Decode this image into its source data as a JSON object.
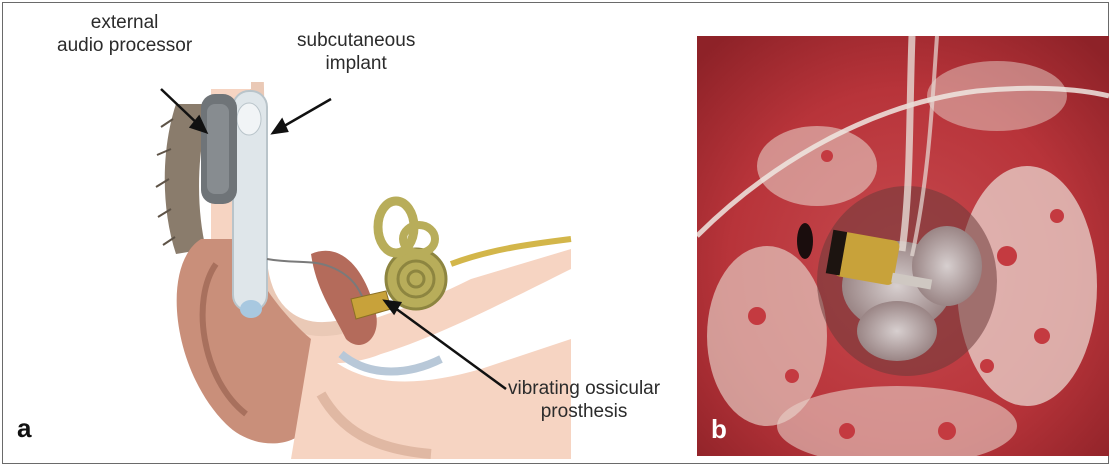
{
  "figure": {
    "panel_a": {
      "letter": "a",
      "labels": {
        "external_processor": "external\naudio processor",
        "subcutaneous_implant": "subcutaneous\nimplant",
        "ossicular_prosthesis": "vibrating ossicular\nprosthesis"
      },
      "colors": {
        "skin": "#f6d4c2",
        "hair": "#8a7c6c",
        "processor": "#6f7478",
        "implant": "#dfe6ea",
        "cochlea": "#b8ad5a",
        "ear": "#c98f7a"
      }
    },
    "panel_b": {
      "letter": "b",
      "colors": {
        "tissue_red": "#b8343a",
        "bone_white": "#e9d6cf",
        "device_gold": "#c8a23a"
      }
    }
  }
}
